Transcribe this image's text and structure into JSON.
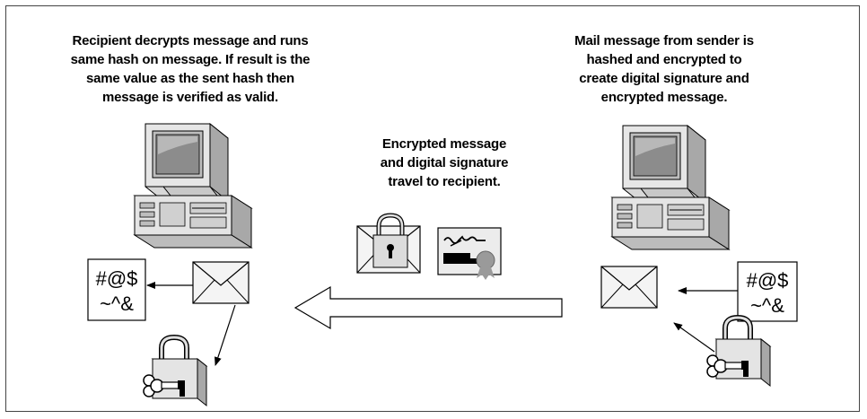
{
  "captions": {
    "recipient": [
      "Recipient decrypts message and runs",
      "same hash on message.  If result is the",
      "same value as the sent hash then",
      "message is verified as valid."
    ],
    "sender": [
      "Mail message from sender is",
      "hashed and encrypted to",
      "create digital signature and",
      "encrypted message."
    ],
    "transit": [
      "Encrypted message",
      "and digital signature",
      "travel to recipient."
    ]
  },
  "hash_box": {
    "line1": "#@$",
    "line2": "~^&"
  },
  "icons": [
    "recipient-computer-icon",
    "sender-computer-icon",
    "envelope-icon",
    "padlock-icon",
    "key-icon",
    "certificate-icon",
    "encrypted-envelope-icon"
  ]
}
